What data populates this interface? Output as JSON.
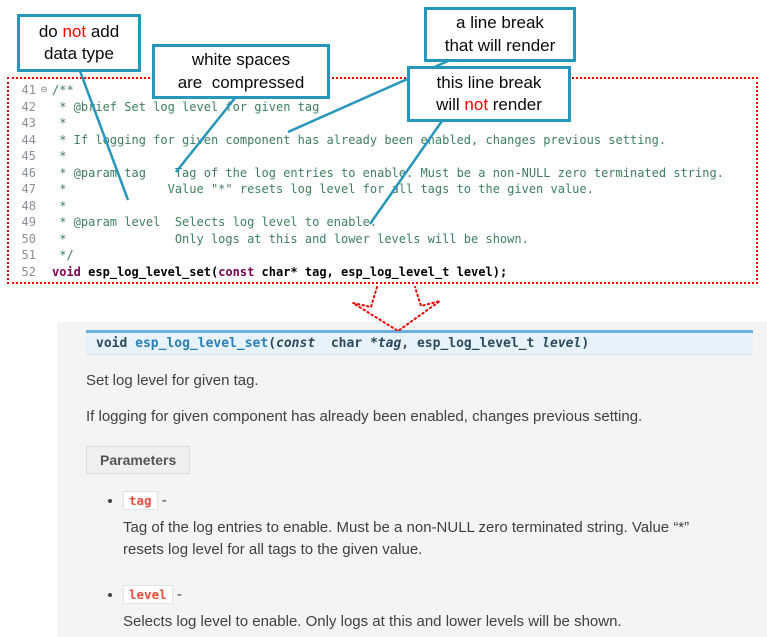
{
  "callouts": {
    "c1": {
      "l1a": "do ",
      "l1red": "not",
      "l1b": " add",
      "l2": "data type"
    },
    "c2": {
      "l1": "white spaces",
      "l2": "are  compressed"
    },
    "c3": {
      "l1": "a line break",
      "l2": "that will render"
    },
    "c4": {
      "l1": "this line break",
      "l2a": "will ",
      "l2red": "not",
      "l2b": " render"
    }
  },
  "code": {
    "fold_icon": "⊖",
    "lines": [
      {
        "num": "41",
        "text": "/**"
      },
      {
        "num": "42",
        "text": " * @brief Set log level for given tag"
      },
      {
        "num": "43",
        "text": " *"
      },
      {
        "num": "44",
        "text": " * If logging for given component has already been enabled, changes previous setting."
      },
      {
        "num": "45",
        "text": " *"
      },
      {
        "num": "46",
        "text": " * @param tag    Tag of the log entries to enable. Must be a non-NULL zero terminated string."
      },
      {
        "num": "47",
        "text": " *              Value \"*\" resets log level for all tags to the given value."
      },
      {
        "num": "48",
        "text": " *"
      },
      {
        "num": "49",
        "text": " * @param level  Selects log level to enable."
      },
      {
        "num": "50",
        "text": " *               Only logs at this and lower levels will be shown."
      },
      {
        "num": "51",
        "text": " */"
      }
    ],
    "line52": {
      "num": "52",
      "kw1": "void",
      "t1": " esp_log_level_set(",
      "kw2": "const",
      "t2": " char* tag, esp_log_level_t level);"
    }
  },
  "doc": {
    "signature": {
      "kw_void": "void ",
      "name": "esp_log_level_set",
      "open": "(",
      "kw_const": "const",
      "sep1": "  char *",
      "p1": "tag",
      "sep2": ", ",
      "type2": "esp_log_level_t ",
      "p2": "level",
      "close": ")"
    },
    "brief": "Set log level for given tag.",
    "para": "If logging for given component has already been enabled, changes previous setting.",
    "params_label": "Parameters",
    "params": [
      {
        "name": "tag",
        "dash": "-",
        "desc": "Tag of the log entries to enable. Must be a non-NULL zero terminated string. Value “*” resets log level for all tags to the given value."
      },
      {
        "name": "level",
        "dash": "-",
        "desc": "Selects log level to enable. Only logs at this and lower levels will be shown."
      }
    ]
  },
  "colors": {
    "callout_border": "#2796bb",
    "highlight_red": "#ff0000",
    "dotted_frame_red": "#ee0000",
    "comment_green": "#3f7f5f",
    "keyword_purple": "#7f0055",
    "sig_border_blue": "#6ab0de",
    "sig_bg": "#e7f2fa",
    "sig_name_blue": "#2980b9",
    "literal_red": "#e74c3c",
    "doc_panel_bg": "#f4f4f4"
  }
}
